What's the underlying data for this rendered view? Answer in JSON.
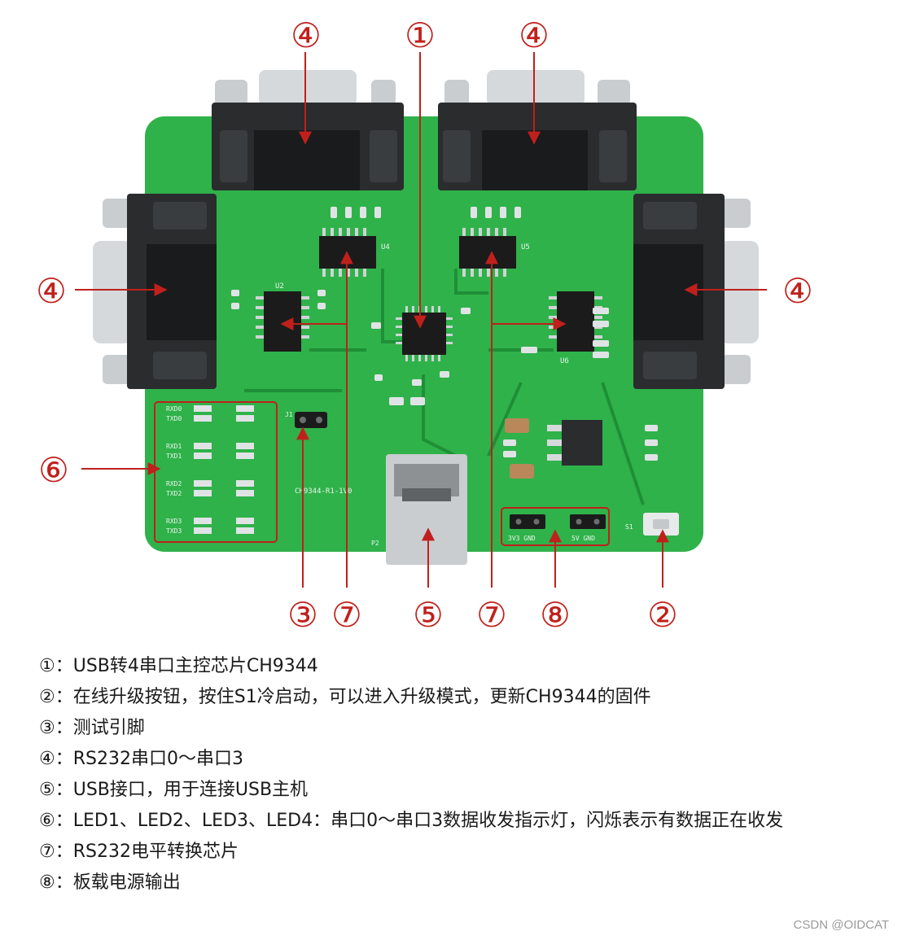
{
  "colors": {
    "pcb": "#2fb24a",
    "pcb_dark": "#1f8f37",
    "connector_metal": "#d5d9dc",
    "connector_shell": "#2a2c2e",
    "callout": "#c0201c",
    "chip": "#1b1b1b",
    "silk": "#e9f5ea"
  },
  "callouts": {
    "c1": "①",
    "c2": "②",
    "c3": "③",
    "c4": "④",
    "c5": "⑤",
    "c6": "⑥",
    "c7": "⑦",
    "c8": "⑧"
  },
  "silkscreen": {
    "board_name": "CH9344-R1-1V0",
    "u4": "U4",
    "u5": "U5",
    "u2": "U2",
    "u6": "U6",
    "j1": "J1",
    "p2": "P2",
    "s1": "S1",
    "led_rows": [
      {
        "rx": "RXD0",
        "tx": "TXD0"
      },
      {
        "rx": "RXD1",
        "tx": "TXD1"
      },
      {
        "rx": "RXD2",
        "tx": "TXD2"
      },
      {
        "rx": "RXD3",
        "tx": "TXD3"
      }
    ],
    "power_left": "3V3  GND",
    "power_right": "5V  GND"
  },
  "legend": [
    "①：USB转4串口主控芯片CH9344",
    "②：在线升级按钮，按住S1冷启动，可以进入升级模式，更新CH9344的固件",
    "③：测试引脚",
    "④：RS232串口0～串口3",
    "⑤：USB接口，用于连接USB主机",
    "⑥：LED1、LED2、LED3、LED4：串口0～串口3数据收发指示灯，闪烁表示有数据正在收发",
    "⑦：RS232电平转换芯片",
    "⑧：板载电源输出"
  ],
  "watermark": "CSDN @OIDCAT"
}
